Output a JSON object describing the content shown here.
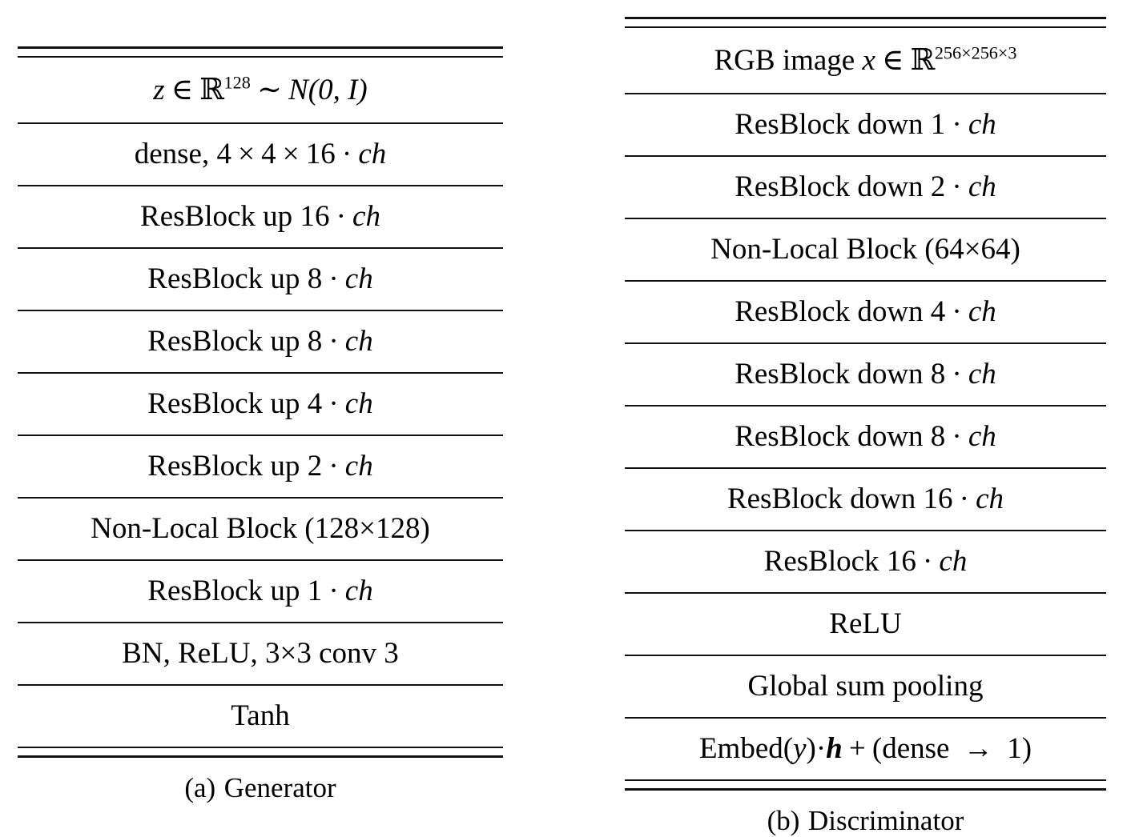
{
  "figure": {
    "type": "architecture-tables",
    "subfigures": [
      {
        "id": "generator",
        "caption_label": "(a)",
        "caption_text": "Generator",
        "rows": [
          {
            "id": "latent",
            "text": "z ∈ ℝ¹²⁸ ∼ 𝒩(0, I)"
          },
          {
            "id": "dense",
            "text": "dense, 4 × 4 × 16 · ch"
          },
          {
            "id": "resblock-up-16",
            "text": "ResBlock up 16 · ch"
          },
          {
            "id": "resblock-up-8a",
            "text": "ResBlock up 8 · ch"
          },
          {
            "id": "resblock-up-8b",
            "text": "ResBlock up 8 · ch"
          },
          {
            "id": "resblock-up-4",
            "text": "ResBlock up 4 · ch"
          },
          {
            "id": "resblock-up-2",
            "text": "ResBlock up 2 · ch"
          },
          {
            "id": "non-local-block",
            "text": "Non-Local Block (128×128)"
          },
          {
            "id": "resblock-up-1",
            "text": "ResBlock up 1 · ch"
          },
          {
            "id": "bn-relu-conv",
            "text": "BN, ReLU, 3×3 conv 3"
          },
          {
            "id": "tanh",
            "text": "Tanh"
          }
        ]
      },
      {
        "id": "discriminator",
        "caption_label": "(b)",
        "caption_text": "Discriminator",
        "rows": [
          {
            "id": "rgb-image",
            "text": "RGB image x ∈ ℝ²⁵⁶×²⁵⁶×³"
          },
          {
            "id": "resblock-down-1",
            "text": "ResBlock down 1 · ch"
          },
          {
            "id": "resblock-down-2",
            "text": "ResBlock down 2 · ch"
          },
          {
            "id": "non-local-block",
            "text": "Non-Local Block (64×64)"
          },
          {
            "id": "resblock-down-4",
            "text": "ResBlock down 4 · ch"
          },
          {
            "id": "resblock-down-8a",
            "text": "ResBlock down 8 · ch"
          },
          {
            "id": "resblock-down-8b",
            "text": "ResBlock down 8 · ch"
          },
          {
            "id": "resblock-down-16",
            "text": "ResBlock down 16 · ch"
          },
          {
            "id": "resblock-16",
            "text": "ResBlock 16 · ch"
          },
          {
            "id": "relu",
            "text": "ReLU"
          },
          {
            "id": "global-sum-pooling",
            "text": "Global sum pooling"
          },
          {
            "id": "embed-dense",
            "text": "Embed(y)·h + (dense → 1)"
          }
        ]
      }
    ]
  },
  "generator_rows_parts": {
    "latent": {
      "z": "z",
      "in": "∈",
      "R": "ℝ",
      "dim": "128",
      "sim": "∼",
      "N": "N",
      "args": "(0, I)"
    },
    "dense": {
      "prefix": "dense, ",
      "a": "4",
      "times1": "×",
      "b": "4",
      "times2": "×",
      "c": "16",
      "dot": "·",
      "ch": "ch"
    },
    "resblock_up_16": {
      "label": "ResBlock up ",
      "n": "16",
      "dot": "·",
      "ch": "ch"
    },
    "resblock_up_8a": {
      "label": "ResBlock up ",
      "n": "8",
      "dot": "·",
      "ch": "ch"
    },
    "resblock_up_8b": {
      "label": "ResBlock up ",
      "n": "8",
      "dot": "·",
      "ch": "ch"
    },
    "resblock_up_4": {
      "label": "ResBlock up ",
      "n": "4",
      "dot": "·",
      "ch": "ch"
    },
    "resblock_up_2": {
      "label": "ResBlock up ",
      "n": "2",
      "dot": "·",
      "ch": "ch"
    },
    "non_local": {
      "label": "Non-Local Block (",
      "w": "128",
      "times": "×",
      "h": "128",
      "close": ")"
    },
    "resblock_up_1": {
      "label": "ResBlock up ",
      "n": "1",
      "dot": "·",
      "ch": "ch"
    },
    "bn_relu_conv": {
      "prefix": "BN, ReLU, ",
      "k1": "3",
      "times": "×",
      "k2": "3",
      "suffix": " conv 3"
    },
    "tanh": {
      "label": "Tanh"
    }
  },
  "discriminator_rows_parts": {
    "rgb_image": {
      "label": "RGB image ",
      "x": "x",
      "in": "∈",
      "R": "ℝ",
      "dim": "256×256×3"
    },
    "resblock_down_1": {
      "label": "ResBlock down ",
      "n": "1",
      "dot": "·",
      "ch": "ch"
    },
    "resblock_down_2": {
      "label": "ResBlock down ",
      "n": "2",
      "dot": "·",
      "ch": "ch"
    },
    "non_local": {
      "label": "Non-Local Block (",
      "w": "64",
      "times": "×",
      "h": "64",
      "close": ")"
    },
    "resblock_down_4": {
      "label": "ResBlock down ",
      "n": "4",
      "dot": "·",
      "ch": "ch"
    },
    "resblock_down_8a": {
      "label": "ResBlock down ",
      "n": "8",
      "dot": "·",
      "ch": "ch"
    },
    "resblock_down_8b": {
      "label": "ResBlock down ",
      "n": "8",
      "dot": "·",
      "ch": "ch"
    },
    "resblock_down_16": {
      "label": "ResBlock down ",
      "n": "16",
      "dot": "·",
      "ch": "ch"
    },
    "resblock_16": {
      "label": "ResBlock ",
      "n": "16",
      "dot": "·",
      "ch": "ch"
    },
    "relu": {
      "label": "ReLU"
    },
    "global_sum_pooling": {
      "label": "Global sum pooling"
    },
    "embed_dense": {
      "embed": "Embed(",
      "y": "y",
      "close_y": ")",
      "dot": "·",
      "h": "h",
      "plus": "+",
      "open": "(dense ",
      "arrow": "→",
      "one": " 1)"
    }
  },
  "captions": {
    "generator_label": "(a)",
    "generator_text": "Generator",
    "discriminator_label": "(b)",
    "discriminator_text": "Discriminator"
  },
  "colors": {
    "rule": "#111111",
    "text": "#000000",
    "background": "#ffffff"
  }
}
